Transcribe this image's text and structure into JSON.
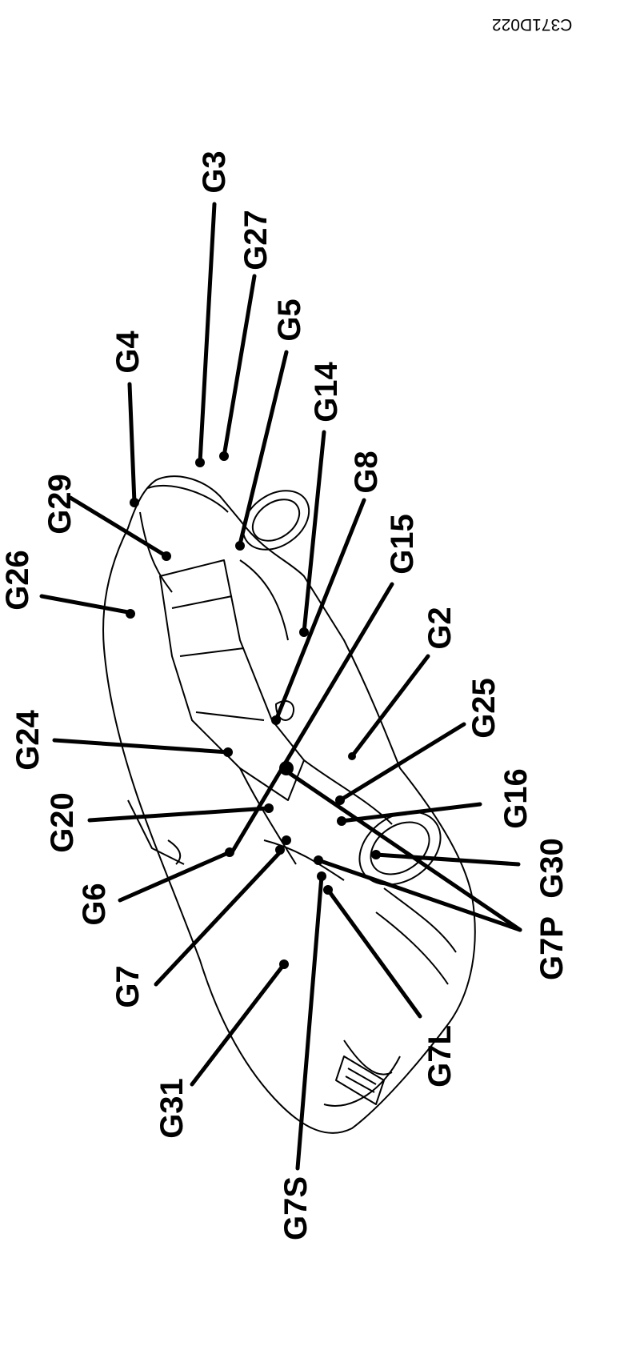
{
  "figure_code": "C371D022",
  "labels": {
    "G3": "G3",
    "G27": "G27",
    "G5": "G5",
    "G4": "G4",
    "G14": "G14",
    "G8": "G8",
    "G29": "G29",
    "G26": "G26",
    "G15": "G15",
    "G2": "G2",
    "G25": "G25",
    "G24": "G24",
    "G16": "G16",
    "G20": "G20",
    "G30": "G30",
    "G6": "G6",
    "G7P": "G7P",
    "G7": "G7",
    "G31": "G31",
    "G7L": "G7L",
    "G7S": "G7S"
  },
  "colors": {
    "ink": "#000000",
    "background": "#ffffff"
  }
}
